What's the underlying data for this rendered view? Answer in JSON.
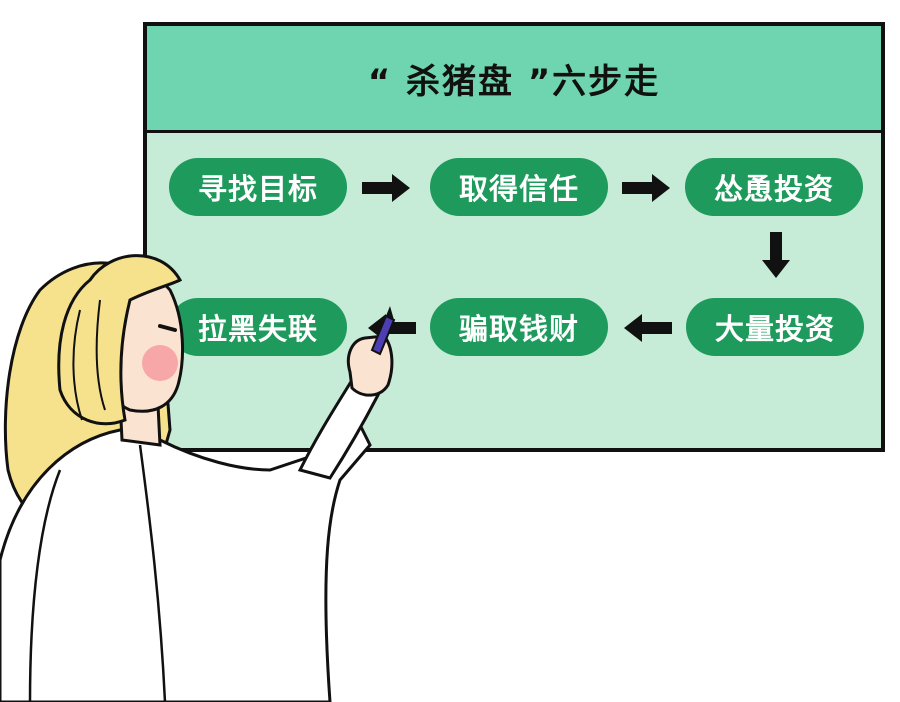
{
  "title": "“ 杀猪盘 ”六步走",
  "steps": [
    "寻找目标",
    "取得信任",
    "怂恿投资",
    "大量投资",
    "骗取钱财",
    "拉黑失联"
  ],
  "colors": {
    "header": "#6fd5b1",
    "board": "#c6ebd6",
    "pill": "#1d9a5c",
    "hair": "#f6e18c",
    "cheek": "#f7a7a7"
  },
  "icons": [
    "right-arrow-icon",
    "down-arrow-icon",
    "left-arrow-icon",
    "pointer-pen-icon"
  ]
}
